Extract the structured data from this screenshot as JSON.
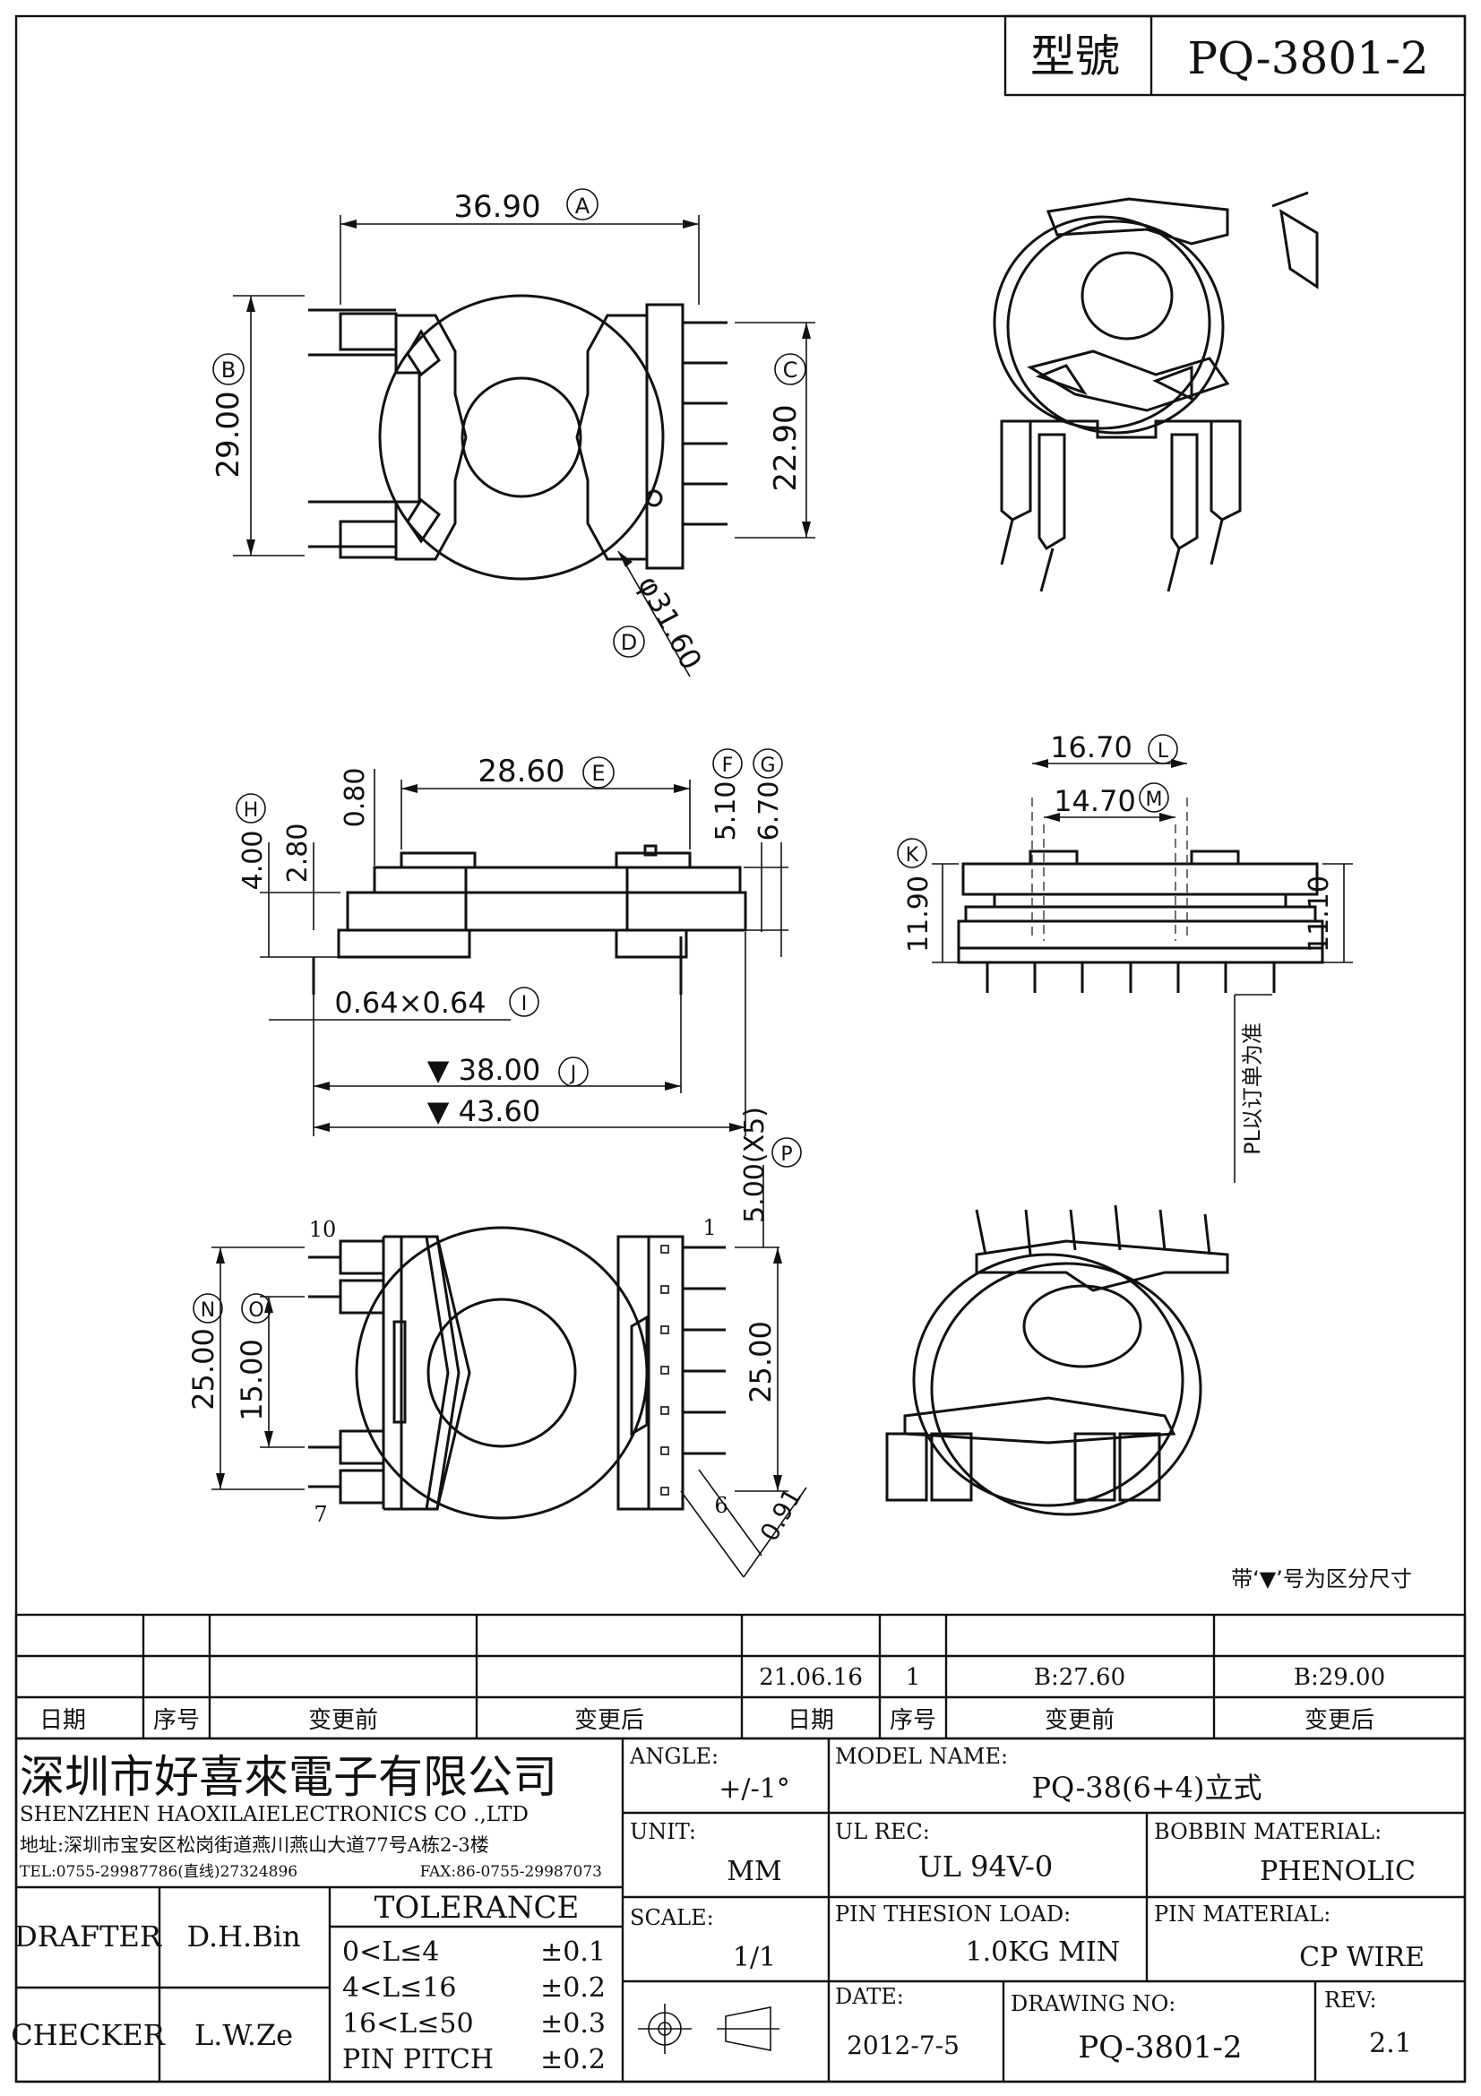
{
  "header": {
    "model_label": "型號",
    "model_value": "PQ-3801-2"
  },
  "top_view": {
    "dim_a": "36.90",
    "tag_a": "A",
    "dim_b": "29.00",
    "tag_b": "B",
    "dim_c": "22.90",
    "tag_c": "C",
    "dim_d": "φ31.60",
    "tag_d": "D"
  },
  "side_view": {
    "dim_e": "28.60",
    "tag_e": "E",
    "dim_f": "5.10",
    "tag_f": "F",
    "dim_g": "6.70",
    "tag_g": "G",
    "dim_h": "4.00",
    "tag_h": "H",
    "dim_h2": "2.80",
    "dim_080": "0.80",
    "dim_i": "0.64×0.64",
    "tag_i": "I",
    "dim_j": "▼ 38.00",
    "tag_j": "J",
    "dim_total": "▼ 43.60"
  },
  "end_view": {
    "dim_l": "16.70",
    "tag_l": "L",
    "dim_m": "14.70",
    "tag_m": "M",
    "dim_k": "11.90",
    "tag_k": "K",
    "dim_1110": "11.10",
    "pl_note": "PL以订单为准"
  },
  "bottom_view": {
    "dim_p": "5.00(X5)",
    "tag_p": "P",
    "dim_n": "25.00",
    "tag_n": "N",
    "dim_o": "15.00",
    "tag_o": "O",
    "dim_right": "25.00",
    "dim_091": "0.91",
    "pin_10": "10",
    "pin_1": "1",
    "pin_7": "7",
    "pin_6": "6"
  },
  "note": "带‘▼’号为区分尺寸",
  "revision": {
    "date": "21.06.16",
    "seq": "1",
    "before": "B:27.60",
    "after": "B:29.00",
    "h_date": "日期",
    "h_seq": "序号",
    "h_before": "变更前",
    "h_after": "变更后"
  },
  "company": {
    "name_cn": "深圳市好喜來電子有限公司",
    "name_en": "SHENZHEN HAOXILAIELECTRONICS CO .,LTD",
    "address": "地址:深圳市宝安区松岗街道燕川燕山大道77号A栋2-3楼",
    "tel": "TEL:0755-29987786(直线)27324896",
    "fax": "FAX:86-0755-29987073"
  },
  "title_block": {
    "angle_label": "ANGLE:",
    "angle_value": "+/-1°",
    "model_name_label": "MODEL NAME:",
    "model_name_value": "PQ-38(6+4)立式",
    "unit_label": "UNIT:",
    "unit_value": "MM",
    "ul_label": "UL REC:",
    "ul_value": "UL 94V-0",
    "bobbin_label": "BOBBIN MATERIAL:",
    "bobbin_value": "PHENOLIC",
    "scale_label": "SCALE:",
    "scale_value": "1/1",
    "pin_load_label": "PIN THESION LOAD:",
    "pin_load_value": "1.0KG MIN",
    "pin_mat_label": "PIN MATERIAL:",
    "pin_mat_value": "CP   WIRE",
    "date_label": "DATE:",
    "date_value": "2012-7-5",
    "drawing_no_label": "DRAWING NO:",
    "drawing_no_value": "PQ-3801-2",
    "rev_label": "REV:",
    "rev_value": "2.1",
    "drafter_label": "DRAFTER",
    "drafter_value": "D.H.Bin",
    "checker_label": "CHECKER",
    "checker_value": "L.W.Ze",
    "tolerance_title": "TOLERANCE",
    "tolerance_rows": [
      {
        "range": "0<L≤4",
        "tol": "±0.1"
      },
      {
        "range": "4<L≤16",
        "tol": "±0.2"
      },
      {
        "range": "16<L≤50",
        "tol": "±0.3"
      },
      {
        "range": "PIN PITCH",
        "tol": "±0.2"
      }
    ]
  }
}
